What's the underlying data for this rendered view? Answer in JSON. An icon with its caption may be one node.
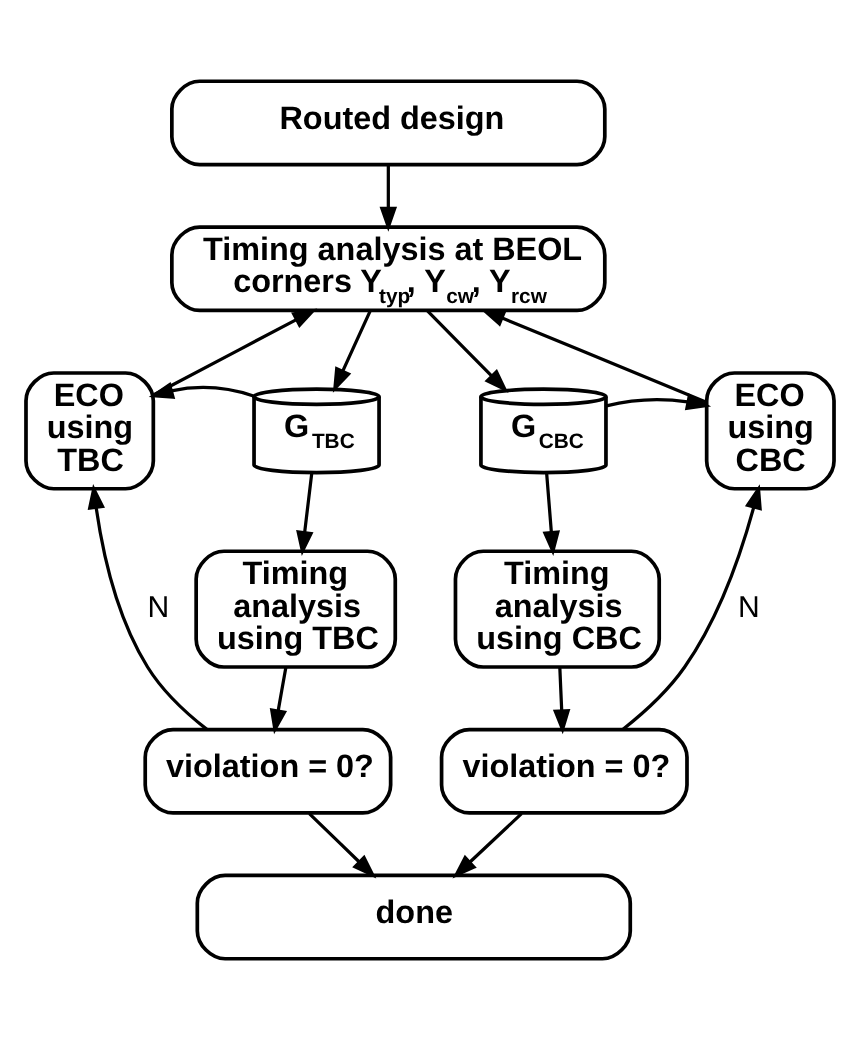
{
  "diagram": {
    "nodes": [
      {
        "text": [
          "Routed design"
        ]
      },
      {
        "text": [
          "Timing analysis at BEOL corners Y$_{typ}$, Y$_{cw}$, Y$_{rcw}$"
        ]
      },
      {
        "text": [
          "ECO using TBC"
        ]
      },
      {
        "text": [
          "G$_{TBC}$"
        ]
      },
      {
        "text": [
          "G$_{CBC}$"
        ]
      },
      {
        "text": [
          "ECO using CBC"
        ]
      },
      {
        "text": [
          "Timing analysis using TBC"
        ]
      },
      {
        "text": [
          "Timing analysis using CBC"
        ]
      },
      {
        "text": [
          "violation = 0?"
        ]
      },
      {
        "text": [
          "violation = 0?"
        ]
      },
      {
        "text": [
          "done"
        ]
      }
    ],
    "edges": [
      {
        "from": 0,
        "to": 1,
        "arrow": "to"
      },
      {
        "from": 1,
        "to": 3,
        "arrow": "to"
      },
      {
        "from": 1,
        "to": 4,
        "arrow": "to"
      },
      {
        "from": 3,
        "to": 2,
        "arrow": "to"
      },
      {
        "from": 4,
        "to": 5,
        "arrow": "to"
      },
      {
        "from": 3,
        "to": 6,
        "arrow": "to"
      },
      {
        "from": 4,
        "to": 7,
        "arrow": "to"
      },
      {
        "from": 6,
        "to": 8,
        "arrow": "to"
      },
      {
        "from": 7,
        "to": 9,
        "arrow": "to"
      },
      {
        "from": 8,
        "to": 2,
        "arrow": "to",
        "label": "N"
      },
      {
        "from": 9,
        "to": 5,
        "arrow": "to",
        "label": "N"
      },
      {
        "from": 2,
        "to": 1,
        "arrow": "to"
      },
      {
        "from": 5,
        "to": 1,
        "arrow": "to"
      },
      {
        "from": 8,
        "to": 10,
        "arrow": "to"
      },
      {
        "from": 9,
        "to": 10,
        "arrow": "to"
      }
    ]
  }
}
